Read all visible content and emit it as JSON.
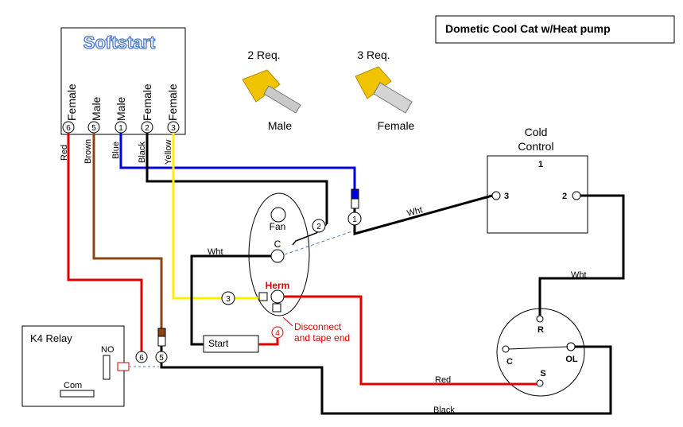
{
  "title": "Dometic Cool Cat w/Heat pump",
  "softstart": {
    "title": "Softstart",
    "terminals": [
      {
        "num": "6",
        "type": "Female"
      },
      {
        "num": "5",
        "type": "Male"
      },
      {
        "num": "1",
        "type": "Male"
      },
      {
        "num": "2",
        "type": "Female"
      },
      {
        "num": "3",
        "type": "Female"
      }
    ]
  },
  "connectors": {
    "male_req": "2 Req.",
    "female_req": "3 Req.",
    "male_label": "Male",
    "female_label": "Female"
  },
  "wires": {
    "red": "Red",
    "brown": "Brown",
    "blue": "Blue",
    "black": "Black",
    "yellow": "Yellow",
    "wht": "Wht"
  },
  "cold_control": {
    "title_line1": "Cold",
    "title_line2": "Control",
    "t1": "1",
    "t2": "2",
    "t3": "3"
  },
  "compressor": {
    "fan": "Fan",
    "c": "C",
    "herm": "Herm"
  },
  "start": {
    "label": "Start"
  },
  "relay": {
    "title": "K4 Relay",
    "no": "NO",
    "com": "Com"
  },
  "motor": {
    "r": "R",
    "c": "C",
    "ol": "OL",
    "s": "S"
  },
  "markers": {
    "m1": "1",
    "m2": "2",
    "m3": "3",
    "m4": "4",
    "m5": "5",
    "m6": "6"
  },
  "notes": {
    "disconnect_1": "Disconnect",
    "disconnect_2": "and tape end"
  },
  "colors": {
    "red_wire": "#e00000",
    "brown_wire": "#8b4513",
    "blue_wire": "#0000e0",
    "black_wire": "#000000",
    "yellow_wire": "#ffee00",
    "logo": "#4a78c9"
  }
}
